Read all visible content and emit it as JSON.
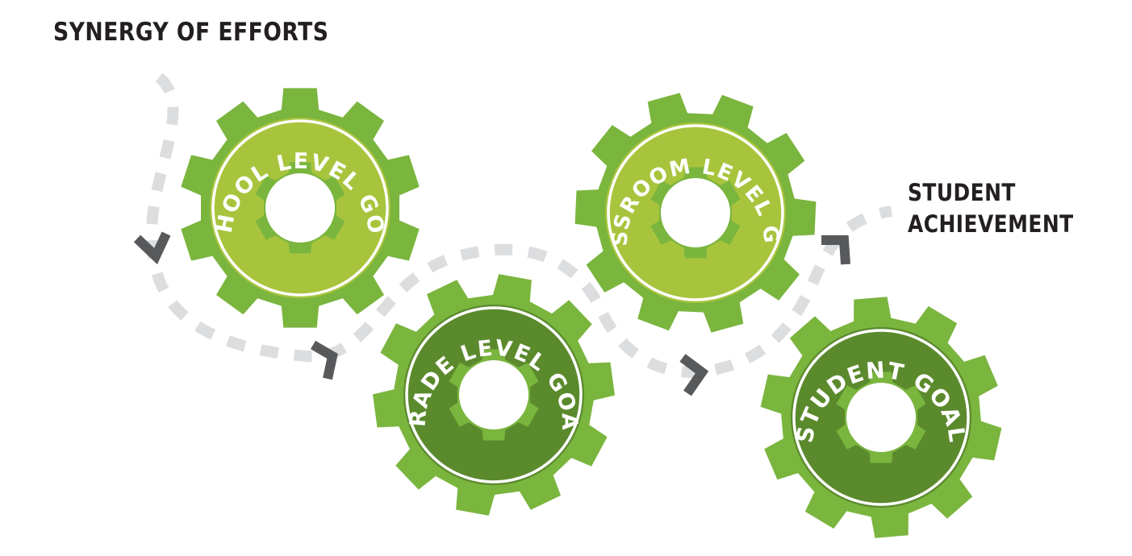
{
  "title": "SYNERGY OF EFFORTS",
  "outcome": {
    "line1": "STUDENT",
    "line2": "ACHIEVEMENT"
  },
  "gears": [
    {
      "label": "SCHOOL LEVEL GOAL",
      "fill": "#a8c43d",
      "tooth_color": "#7ab53e",
      "icon": "gear-icon"
    },
    {
      "label": "GRADE LEVEL GOAL",
      "fill": "#5b8a2d",
      "tooth_color": "#7ab53e",
      "icon": "gear-icon"
    },
    {
      "label": "CLASSROOM LEVEL GOAL",
      "fill": "#a8c43d",
      "tooth_color": "#7ab53e",
      "icon": "gear-icon"
    },
    {
      "label": "STUDENT GOAL",
      "fill": "#5b8a2d",
      "tooth_color": "#7ab53e",
      "icon": "gear-icon"
    }
  ],
  "path_color": "#dcdddf",
  "arrow_color": "#58595b",
  "arrow_icon": "chevron-arrow-icon"
}
